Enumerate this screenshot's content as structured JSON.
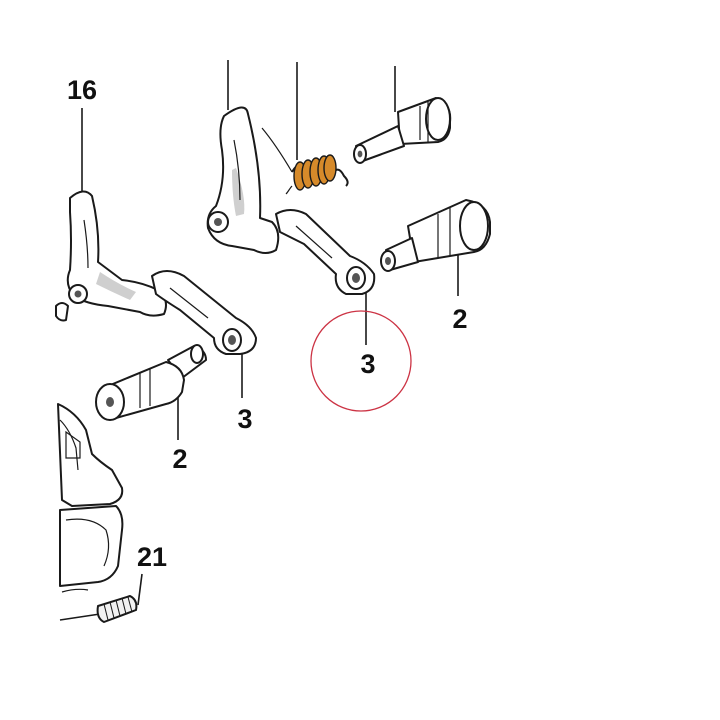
{
  "callouts": {
    "part_16": "16",
    "part_3_left": "3",
    "part_2_left": "2",
    "part_3_center": "3",
    "part_2_right": "2",
    "part_21": "21"
  },
  "highlight": {
    "color": "#cc3344"
  }
}
